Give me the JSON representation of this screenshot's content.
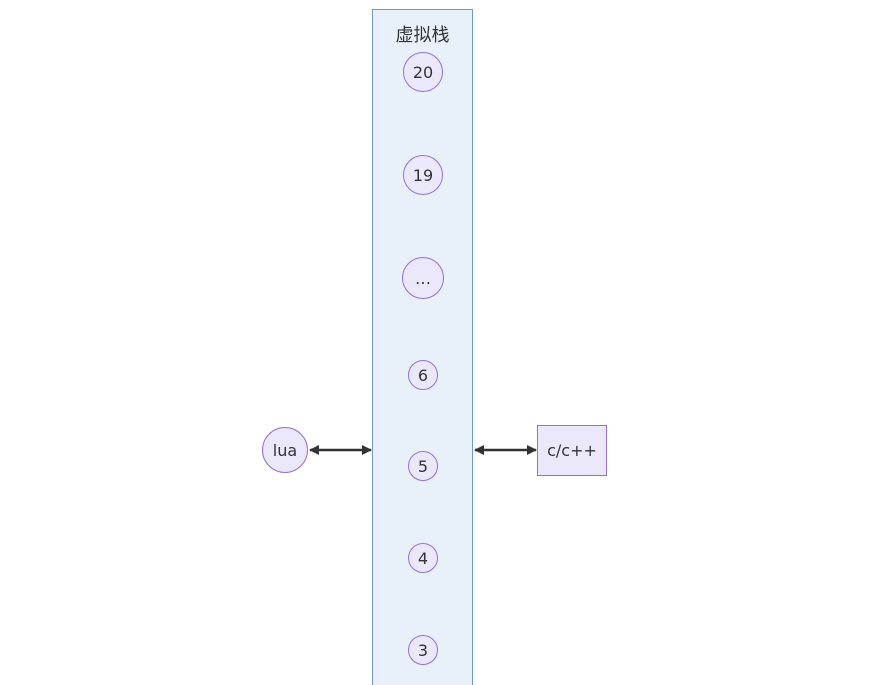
{
  "subgraph": {
    "title": "虚拟栈"
  },
  "stack_nodes": [
    {
      "label": "20"
    },
    {
      "label": "19"
    },
    {
      "label": "…"
    },
    {
      "label": "6"
    },
    {
      "label": "5"
    },
    {
      "label": "4"
    },
    {
      "label": "3"
    }
  ],
  "lua_node": {
    "label": "lua"
  },
  "c_node": {
    "label": "c/c++"
  },
  "colors": {
    "node_fill": "#ece8fb",
    "node_stroke": "#9370db",
    "subgraph_fill": "#e8f0fa",
    "subgraph_stroke": "#6f9ac4",
    "edge": "#333333"
  }
}
